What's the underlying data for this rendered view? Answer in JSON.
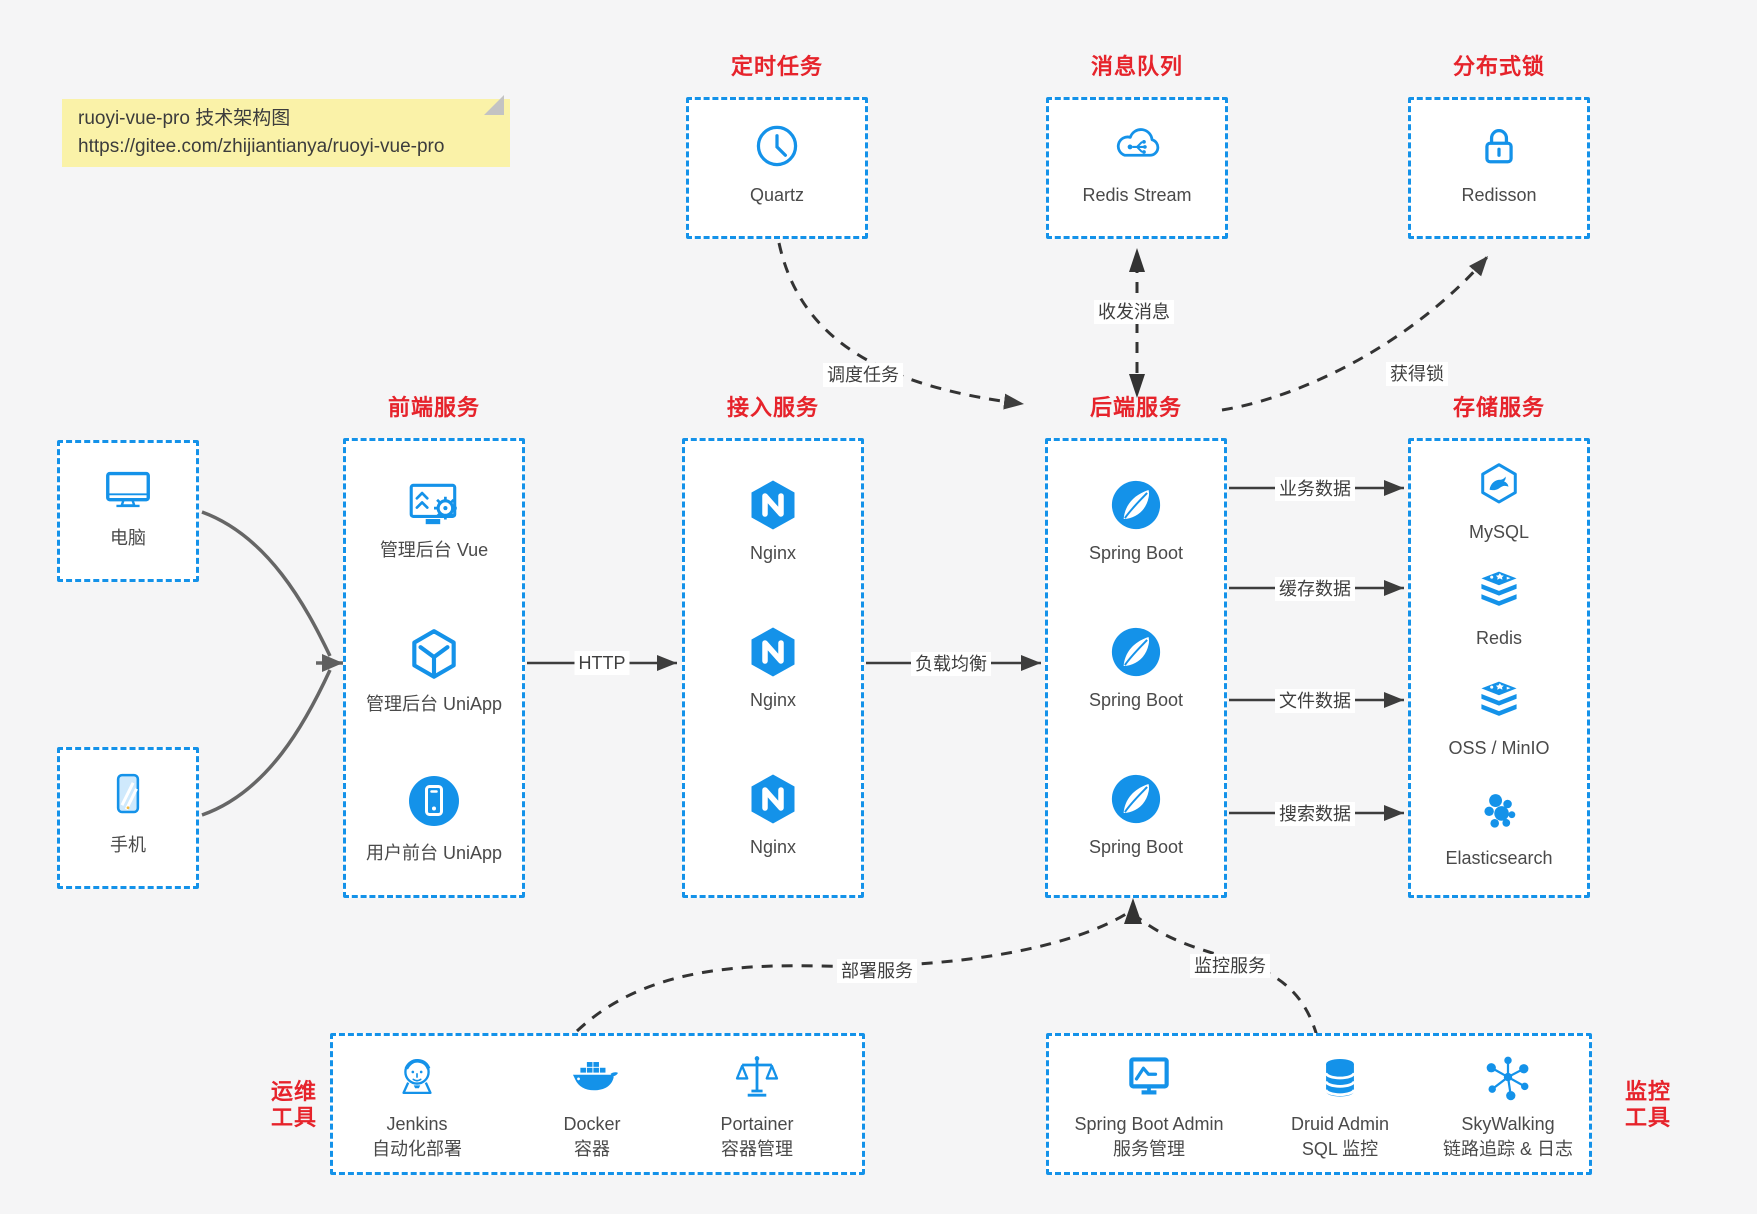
{
  "note": {
    "title": "ruoyi-vue-pro 技术架构图",
    "url": "https://gitee.com/zhijiantianya/ruoyi-vue-pro"
  },
  "top_groups": [
    {
      "title": "定时任务",
      "node": {
        "label": "Quartz",
        "icon": "clock-icon"
      }
    },
    {
      "title": "消息队列",
      "node": {
        "label": "Redis Stream",
        "icon": "cloud-mq-icon"
      }
    },
    {
      "title": "分布式锁",
      "node": {
        "label": "Redisson",
        "icon": "lock-icon"
      }
    }
  ],
  "clients": [
    {
      "label": "电脑",
      "icon": "desktop-icon"
    },
    {
      "label": "手机",
      "icon": "mobile-icon"
    }
  ],
  "columns": [
    {
      "title": "前端服务",
      "nodes": [
        {
          "label": "管理后台 Vue",
          "icon": "admin-vue-icon"
        },
        {
          "label": "管理后台 UniApp",
          "icon": "uniapp-cube-icon"
        },
        {
          "label": "用户前台 UniApp",
          "icon": "user-app-icon"
        }
      ]
    },
    {
      "title": "接入服务",
      "nodes": [
        {
          "label": "Nginx",
          "icon": "nginx-icon"
        },
        {
          "label": "Nginx",
          "icon": "nginx-icon"
        },
        {
          "label": "Nginx",
          "icon": "nginx-icon"
        }
      ]
    },
    {
      "title": "后端服务",
      "nodes": [
        {
          "label": "Spring Boot",
          "icon": "spring-icon"
        },
        {
          "label": "Spring Boot",
          "icon": "spring-icon"
        },
        {
          "label": "Spring Boot",
          "icon": "spring-icon"
        }
      ]
    },
    {
      "title": "存储服务",
      "nodes": [
        {
          "label": "MySQL",
          "icon": "mysql-icon"
        },
        {
          "label": "Redis",
          "icon": "redis-stack-icon"
        },
        {
          "label": "OSS / MinIO",
          "icon": "redis-stack-icon"
        },
        {
          "label": "Elasticsearch",
          "icon": "elasticsearch-icon"
        }
      ]
    }
  ],
  "bottom_groups": [
    {
      "title_lines": [
        "运维",
        "工具"
      ],
      "nodes": [
        {
          "label": "Jenkins",
          "sub": "自动化部署",
          "icon": "jenkins-icon"
        },
        {
          "label": "Docker",
          "sub": "容器",
          "icon": "docker-icon"
        },
        {
          "label": "Portainer",
          "sub": "容器管理",
          "icon": "balance-scale-icon"
        }
      ]
    },
    {
      "title_lines": [
        "监控",
        "工具"
      ],
      "nodes": [
        {
          "label": "Spring Boot Admin",
          "sub": "服务管理",
          "icon": "monitor-chart-icon"
        },
        {
          "label": "Druid Admin",
          "sub": "SQL 监控",
          "icon": "database-icon"
        },
        {
          "label": "SkyWalking",
          "sub": "链路追踪 & 日志",
          "icon": "network-nodes-icon"
        }
      ]
    }
  ],
  "edge_labels": {
    "http": "HTTP",
    "load_balance": "负载均衡",
    "business_data": "业务数据",
    "cache_data": "缓存数据",
    "file_data": "文件数据",
    "search_data": "搜索数据",
    "schedule_task": "调度任务",
    "send_receive_message": "收发消息",
    "acquire_lock": "获得锁",
    "deploy_service": "部署服务",
    "monitor_service": "监控服务"
  },
  "colors": {
    "accent_blue": "#1492e9",
    "title_red": "#e6232b",
    "note_bg": "#faf2a8",
    "arrow_dark": "#3d3d3d",
    "client_arrow_gray": "#666666"
  }
}
